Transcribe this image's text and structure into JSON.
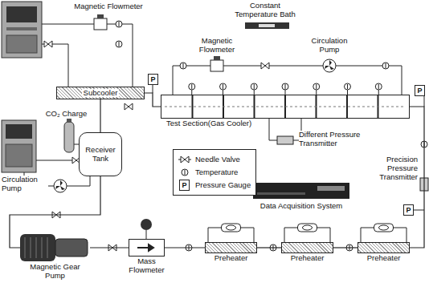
{
  "diagram": {
    "nodes": [
      {
        "text": [
          "Subcooler"
        ]
      },
      {
        "text": [
          "Receiver Tank"
        ]
      },
      {
        "text": [
          "Test Section(Gas Cooler)"
        ]
      },
      {
        "text": [
          "Preheater"
        ]
      },
      {
        "text": [
          "Preheater"
        ]
      },
      {
        "text": [
          "Preheater"
        ]
      },
      {
        "text": [
          "Mass Flowmeter"
        ]
      },
      {
        "text": [
          "Magnetic Gear Pump"
        ]
      }
    ],
    "edges": [
      {
        "from": 1,
        "to": 7,
        "arrow": "none"
      },
      {
        "from": 7,
        "to": 6,
        "arrow": "none"
      },
      {
        "from": 6,
        "to": 3,
        "arrow": "none"
      },
      {
        "from": 3,
        "to": 4,
        "arrow": "none"
      },
      {
        "from": 4,
        "to": 5,
        "arrow": "none"
      },
      {
        "from": 5,
        "to": 2,
        "arrow": "none"
      },
      {
        "from": 2,
        "to": 0,
        "arrow": "none"
      },
      {
        "from": 0,
        "to": 1,
        "arrow": "none"
      }
    ],
    "labels": [
      "Magnetic Flowmeter",
      "Constant Temperature Bath",
      "Magnetic Flowmeter",
      "Circulation Pump",
      "CO₂ Charge",
      "Circulation Pump",
      "Different Pressure Transmitter",
      "Precision Pressure Transmitter",
      "Data Acquisition System",
      "P",
      "P",
      "P",
      "P"
    ],
    "legend": [
      {
        "text": "Needle Valve"
      },
      {
        "text": "Temperature"
      },
      {
        "text": "Pressure Gauge"
      }
    ]
  }
}
